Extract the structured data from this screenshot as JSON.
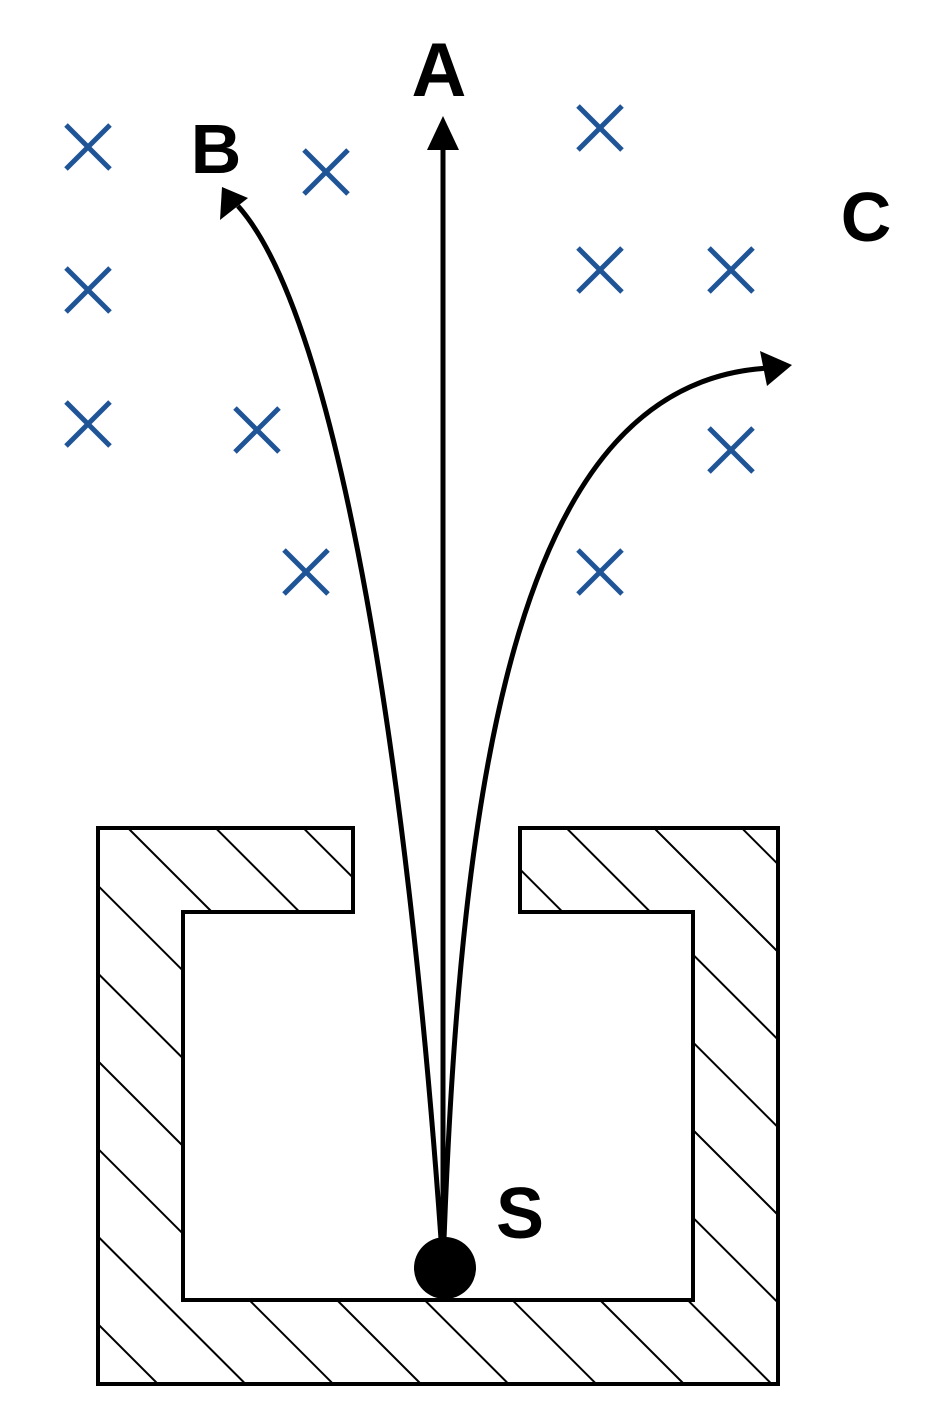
{
  "labels": {
    "a": "A",
    "b": "B",
    "c": "C",
    "s": "S"
  },
  "field_mark": "X",
  "colors": {
    "ink": "#000000",
    "field": "#1f5596",
    "background": "#ffffff"
  },
  "icons": {
    "source": "filled-circle-icon",
    "arrowhead": "arrowhead-icon",
    "field_mark": "cross-icon"
  }
}
